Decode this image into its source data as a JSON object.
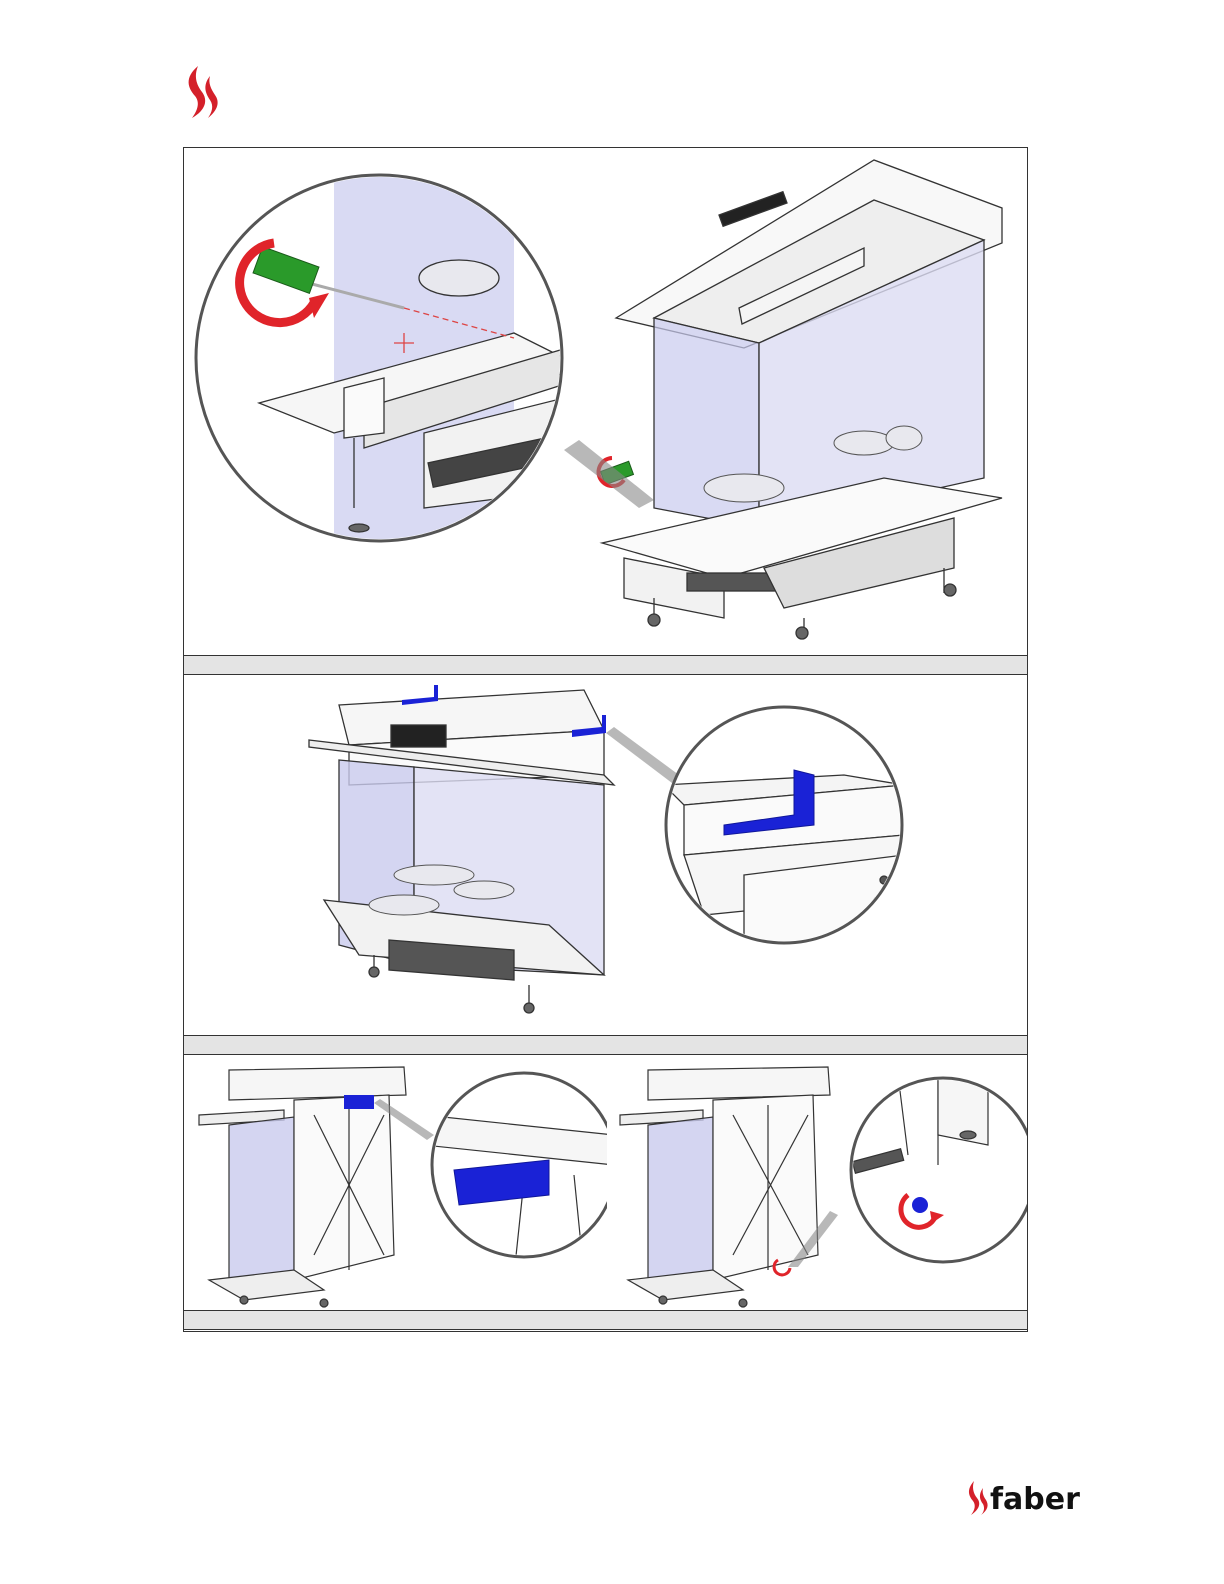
{
  "header": {
    "logo_icon": "flame-icon",
    "brand_color": "#d4202a"
  },
  "figures": [
    {
      "id": "fig-1",
      "caption": ""
    },
    {
      "id": "fig-2",
      "caption": ""
    },
    {
      "id": "fig-3a",
      "caption": ""
    },
    {
      "id": "fig-3b",
      "caption": ""
    }
  ],
  "footer": {
    "brand_name": "faber",
    "logo_icon": "flame-icon"
  },
  "colors": {
    "highlight_blue": "#1a22d6",
    "arrow_red": "#e0242a",
    "screwdriver_green": "#2a9a2a",
    "glass": "#c9cbee"
  }
}
